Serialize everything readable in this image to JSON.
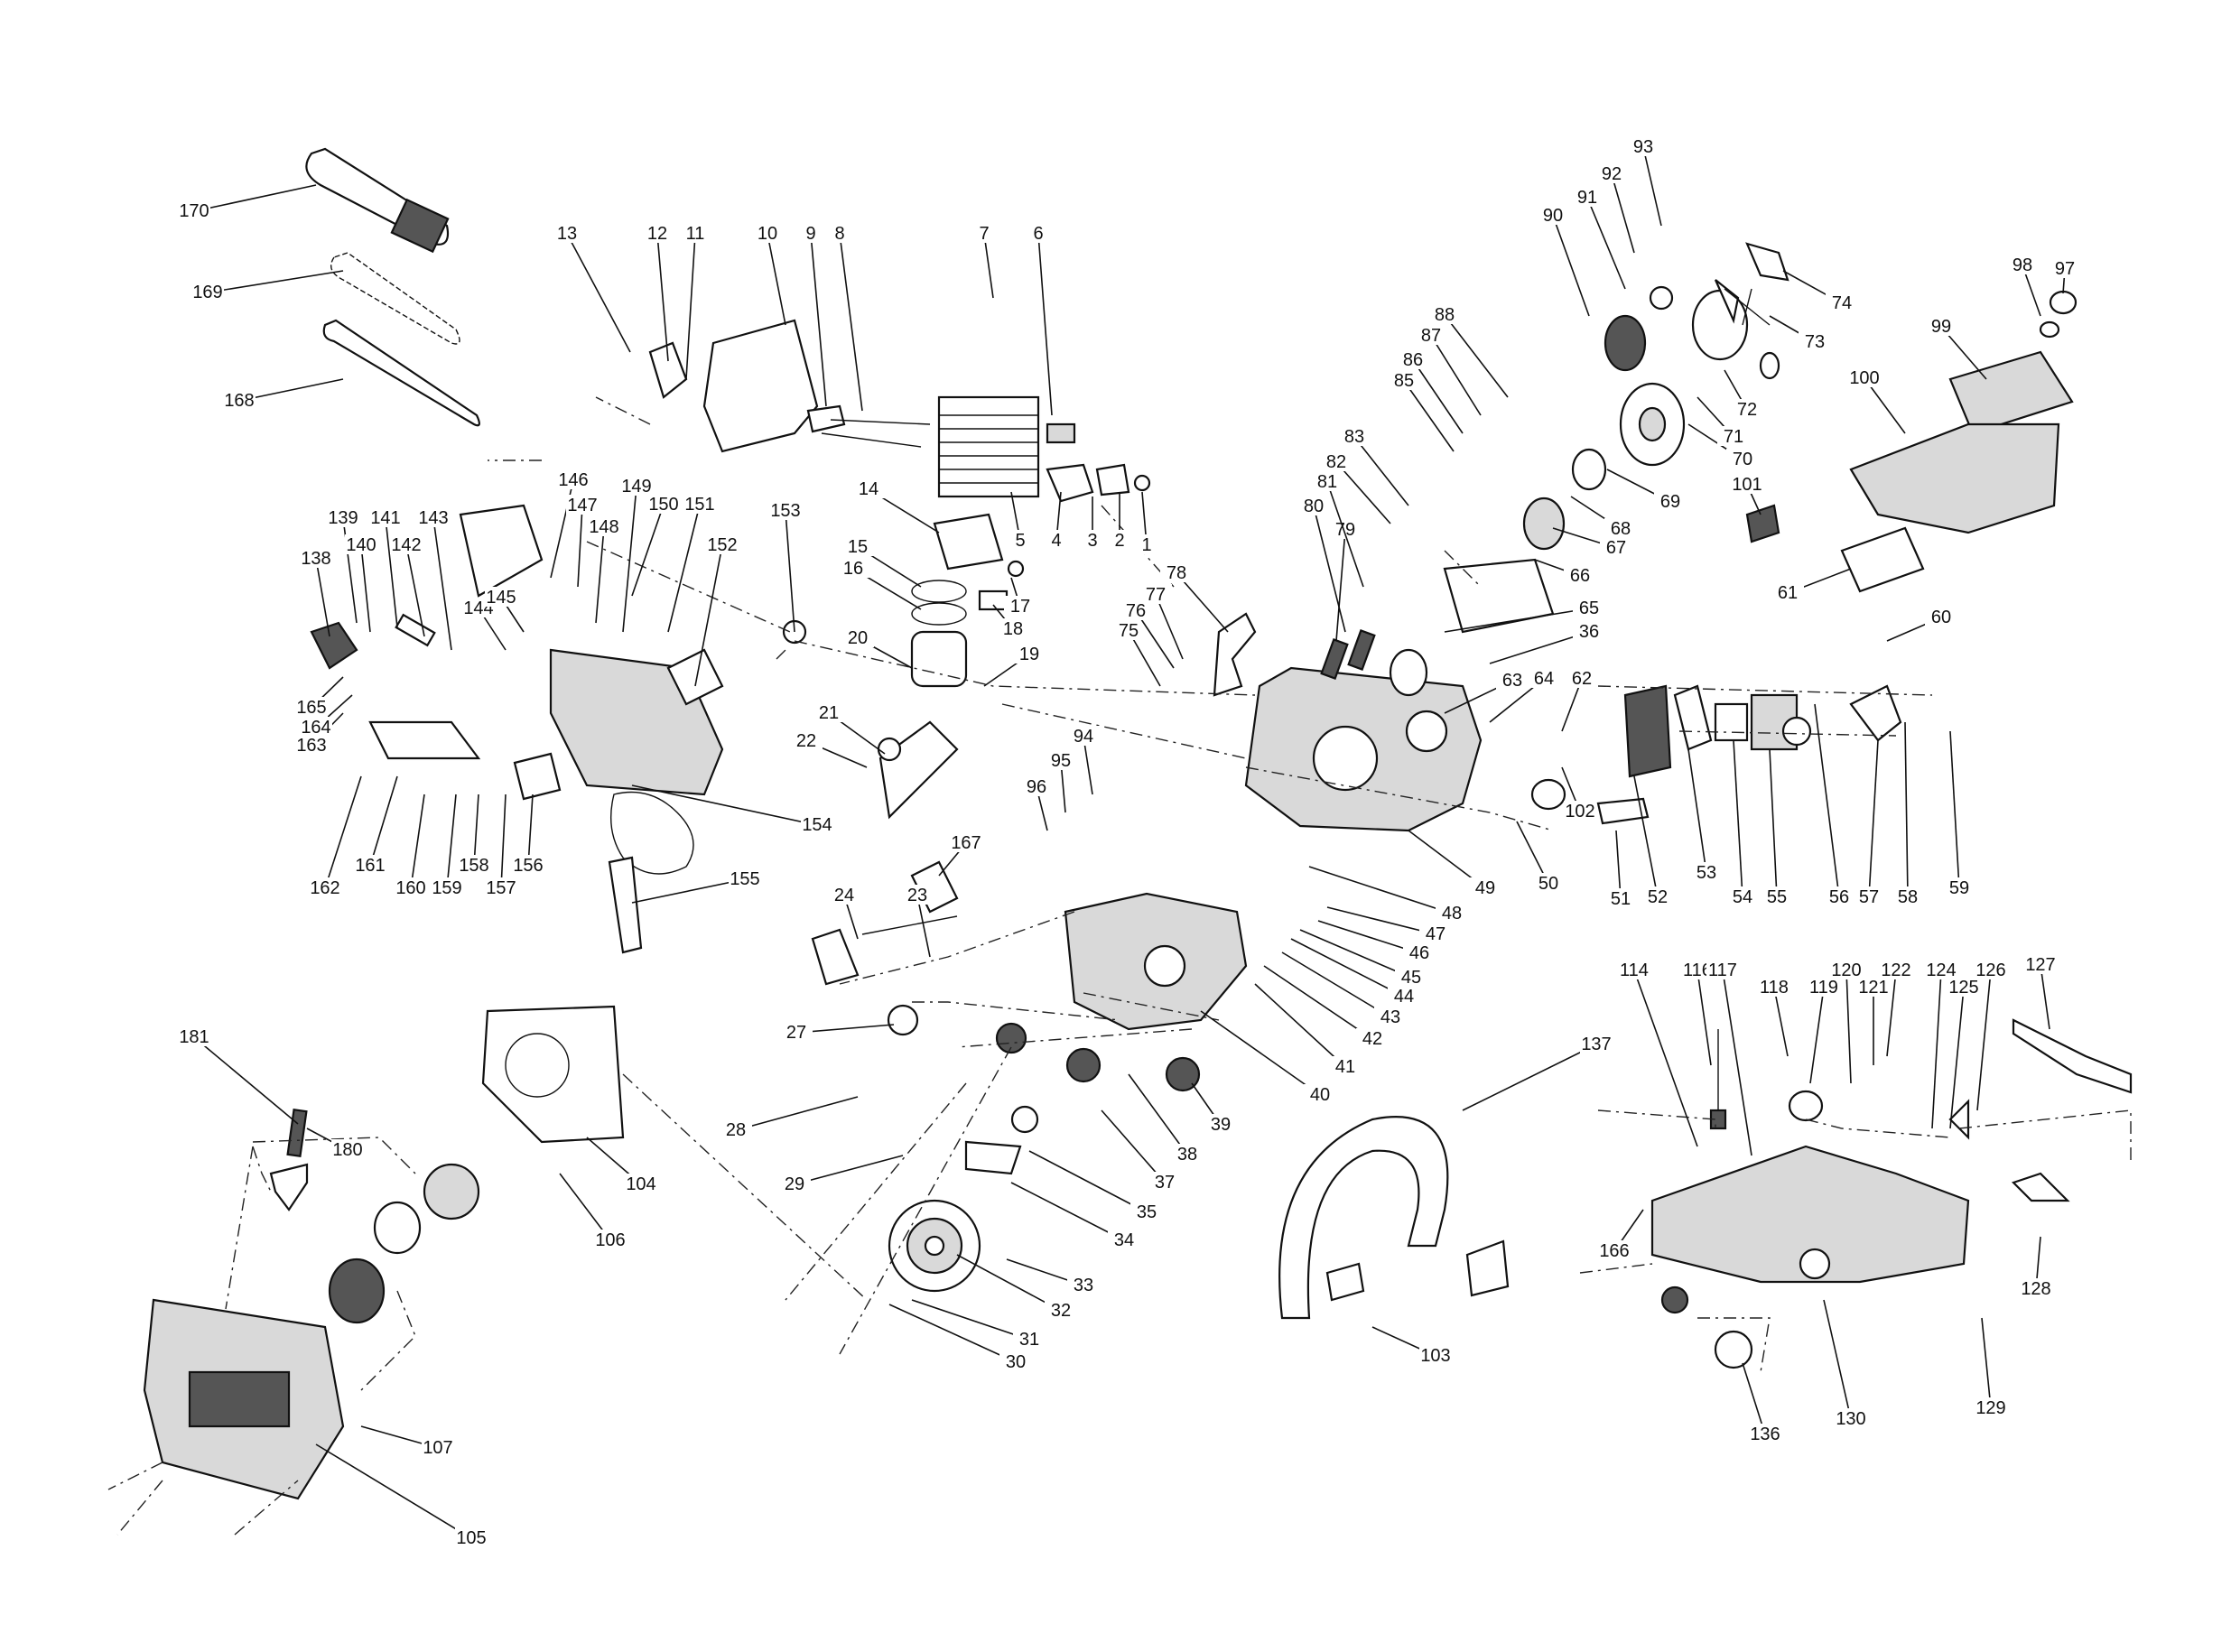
{
  "diagram": {
    "labels": [
      "1",
      "2",
      "3",
      "4",
      "5",
      "6",
      "7",
      "8",
      "9",
      "10",
      "11",
      "12",
      "13",
      "14",
      "15",
      "16",
      "17",
      "18",
      "19",
      "20",
      "21",
      "22",
      "23",
      "24",
      "27",
      "28",
      "29",
      "30",
      "31",
      "32",
      "33",
      "34",
      "35",
      "36",
      "37",
      "38",
      "39",
      "40",
      "41",
      "42",
      "43",
      "44",
      "45",
      "46",
      "47",
      "48",
      "49",
      "50",
      "51",
      "52",
      "53",
      "54",
      "55",
      "56",
      "57",
      "58",
      "59",
      "60",
      "61",
      "62",
      "63",
      "64",
      "65",
      "66",
      "67",
      "68",
      "69",
      "70",
      "71",
      "72",
      "73",
      "74",
      "75",
      "76",
      "77",
      "78",
      "79",
      "80",
      "81",
      "82",
      "83",
      "85",
      "86",
      "87",
      "88",
      "90",
      "91",
      "92",
      "93",
      "94",
      "95",
      "96",
      "97",
      "98",
      "99",
      "100",
      "101",
      "102",
      "103",
      "104",
      "105",
      "106",
      "107",
      "114",
      "116",
      "117",
      "118",
      "119",
      "120",
      "121",
      "122",
      "124",
      "125",
      "126",
      "127",
      "128",
      "129",
      "130",
      "136",
      "137",
      "138",
      "139",
      "140",
      "141",
      "142",
      "143",
      "144",
      "145",
      "146",
      "147",
      "148",
      "149",
      "150",
      "151",
      "152",
      "153",
      "154",
      "155",
      "156",
      "157",
      "158",
      "159",
      "160",
      "161",
      "162",
      "163",
      "164",
      "165",
      "166",
      "167",
      "168",
      "169",
      "170",
      "180",
      "181"
    ]
  }
}
